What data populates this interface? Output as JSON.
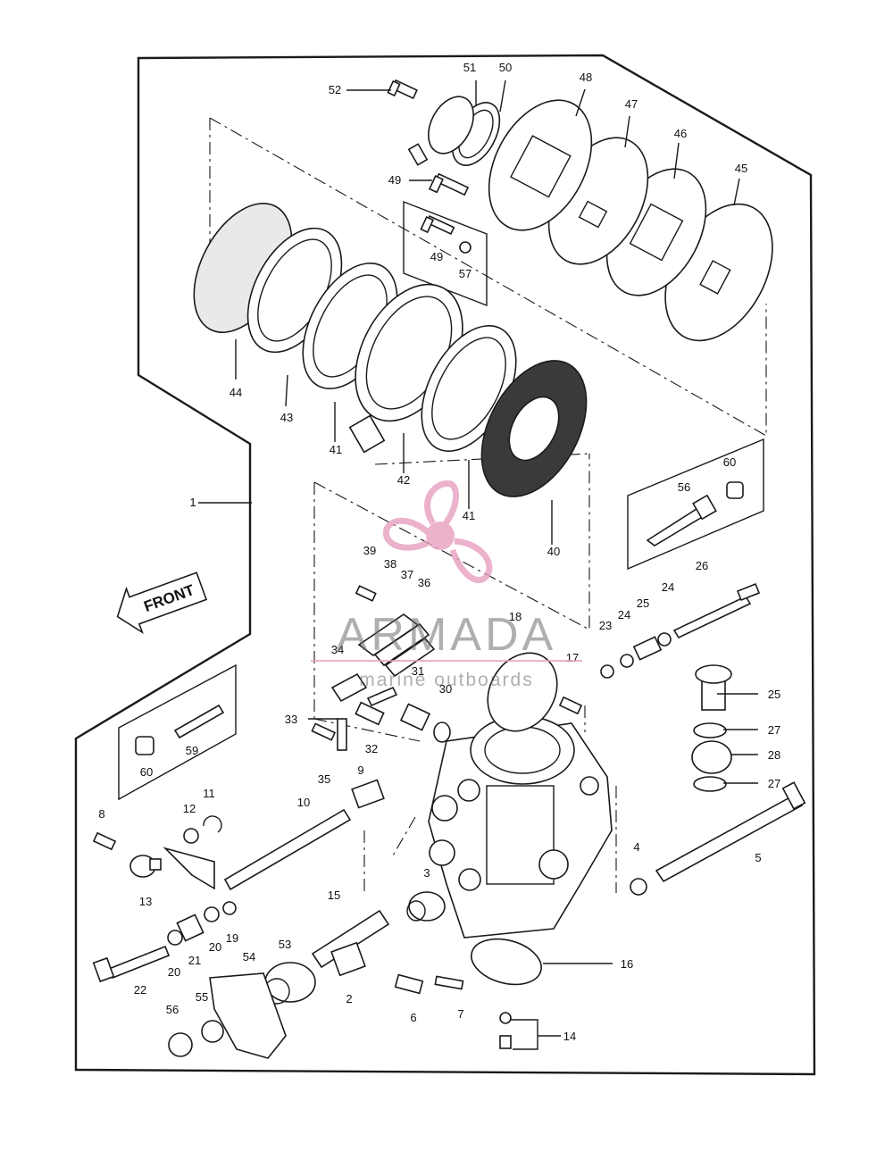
{
  "callouts": [
    {
      "id": "1",
      "label": "1"
    },
    {
      "id": "2",
      "label": "2"
    },
    {
      "id": "3",
      "label": "3"
    },
    {
      "id": "4",
      "label": "4"
    },
    {
      "id": "5",
      "label": "5"
    },
    {
      "id": "6",
      "label": "6"
    },
    {
      "id": "7",
      "label": "7"
    },
    {
      "id": "8",
      "label": "8"
    },
    {
      "id": "9",
      "label": "9"
    },
    {
      "id": "10",
      "label": "10"
    },
    {
      "id": "11",
      "label": "11"
    },
    {
      "id": "12",
      "label": "12"
    },
    {
      "id": "13",
      "label": "13"
    },
    {
      "id": "14",
      "label": "14"
    },
    {
      "id": "15",
      "label": "15"
    },
    {
      "id": "16",
      "label": "16"
    },
    {
      "id": "17",
      "label": "17"
    },
    {
      "id": "18",
      "label": "18"
    },
    {
      "id": "19",
      "label": "19"
    },
    {
      "id": "20a",
      "label": "20"
    },
    {
      "id": "20b",
      "label": "20"
    },
    {
      "id": "21",
      "label": "21"
    },
    {
      "id": "22",
      "label": "22"
    },
    {
      "id": "23",
      "label": "23"
    },
    {
      "id": "24a",
      "label": "24"
    },
    {
      "id": "24b",
      "label": "24"
    },
    {
      "id": "25a",
      "label": "25"
    },
    {
      "id": "25b",
      "label": "25"
    },
    {
      "id": "26",
      "label": "26"
    },
    {
      "id": "27a",
      "label": "27"
    },
    {
      "id": "27b",
      "label": "27"
    },
    {
      "id": "28",
      "label": "28"
    },
    {
      "id": "30",
      "label": "30"
    },
    {
      "id": "31",
      "label": "31"
    },
    {
      "id": "32",
      "label": "32"
    },
    {
      "id": "33",
      "label": "33"
    },
    {
      "id": "34",
      "label": "34"
    },
    {
      "id": "35",
      "label": "35"
    },
    {
      "id": "36",
      "label": "36"
    },
    {
      "id": "37",
      "label": "37"
    },
    {
      "id": "38",
      "label": "38"
    },
    {
      "id": "39",
      "label": "39"
    },
    {
      "id": "40",
      "label": "40"
    },
    {
      "id": "41a",
      "label": "41"
    },
    {
      "id": "41b",
      "label": "41"
    },
    {
      "id": "42",
      "label": "42"
    },
    {
      "id": "43",
      "label": "43"
    },
    {
      "id": "44",
      "label": "44"
    },
    {
      "id": "45",
      "label": "45"
    },
    {
      "id": "46",
      "label": "46"
    },
    {
      "id": "47",
      "label": "47"
    },
    {
      "id": "48",
      "label": "48"
    },
    {
      "id": "49a",
      "label": "49"
    },
    {
      "id": "49b",
      "label": "49"
    },
    {
      "id": "50",
      "label": "50"
    },
    {
      "id": "51",
      "label": "51"
    },
    {
      "id": "52",
      "label": "52"
    },
    {
      "id": "53",
      "label": "53"
    },
    {
      "id": "54",
      "label": "54"
    },
    {
      "id": "55",
      "label": "55"
    },
    {
      "id": "56a",
      "label": "56"
    },
    {
      "id": "56b",
      "label": "56"
    },
    {
      "id": "57",
      "label": "57"
    },
    {
      "id": "59",
      "label": "59"
    },
    {
      "id": "60a",
      "label": "60"
    },
    {
      "id": "60b",
      "label": "60"
    }
  ],
  "front_label": "FRONT",
  "watermark": {
    "brand": "ARMADA",
    "tagline": "marine outboards",
    "color": "#e8a0c0"
  }
}
